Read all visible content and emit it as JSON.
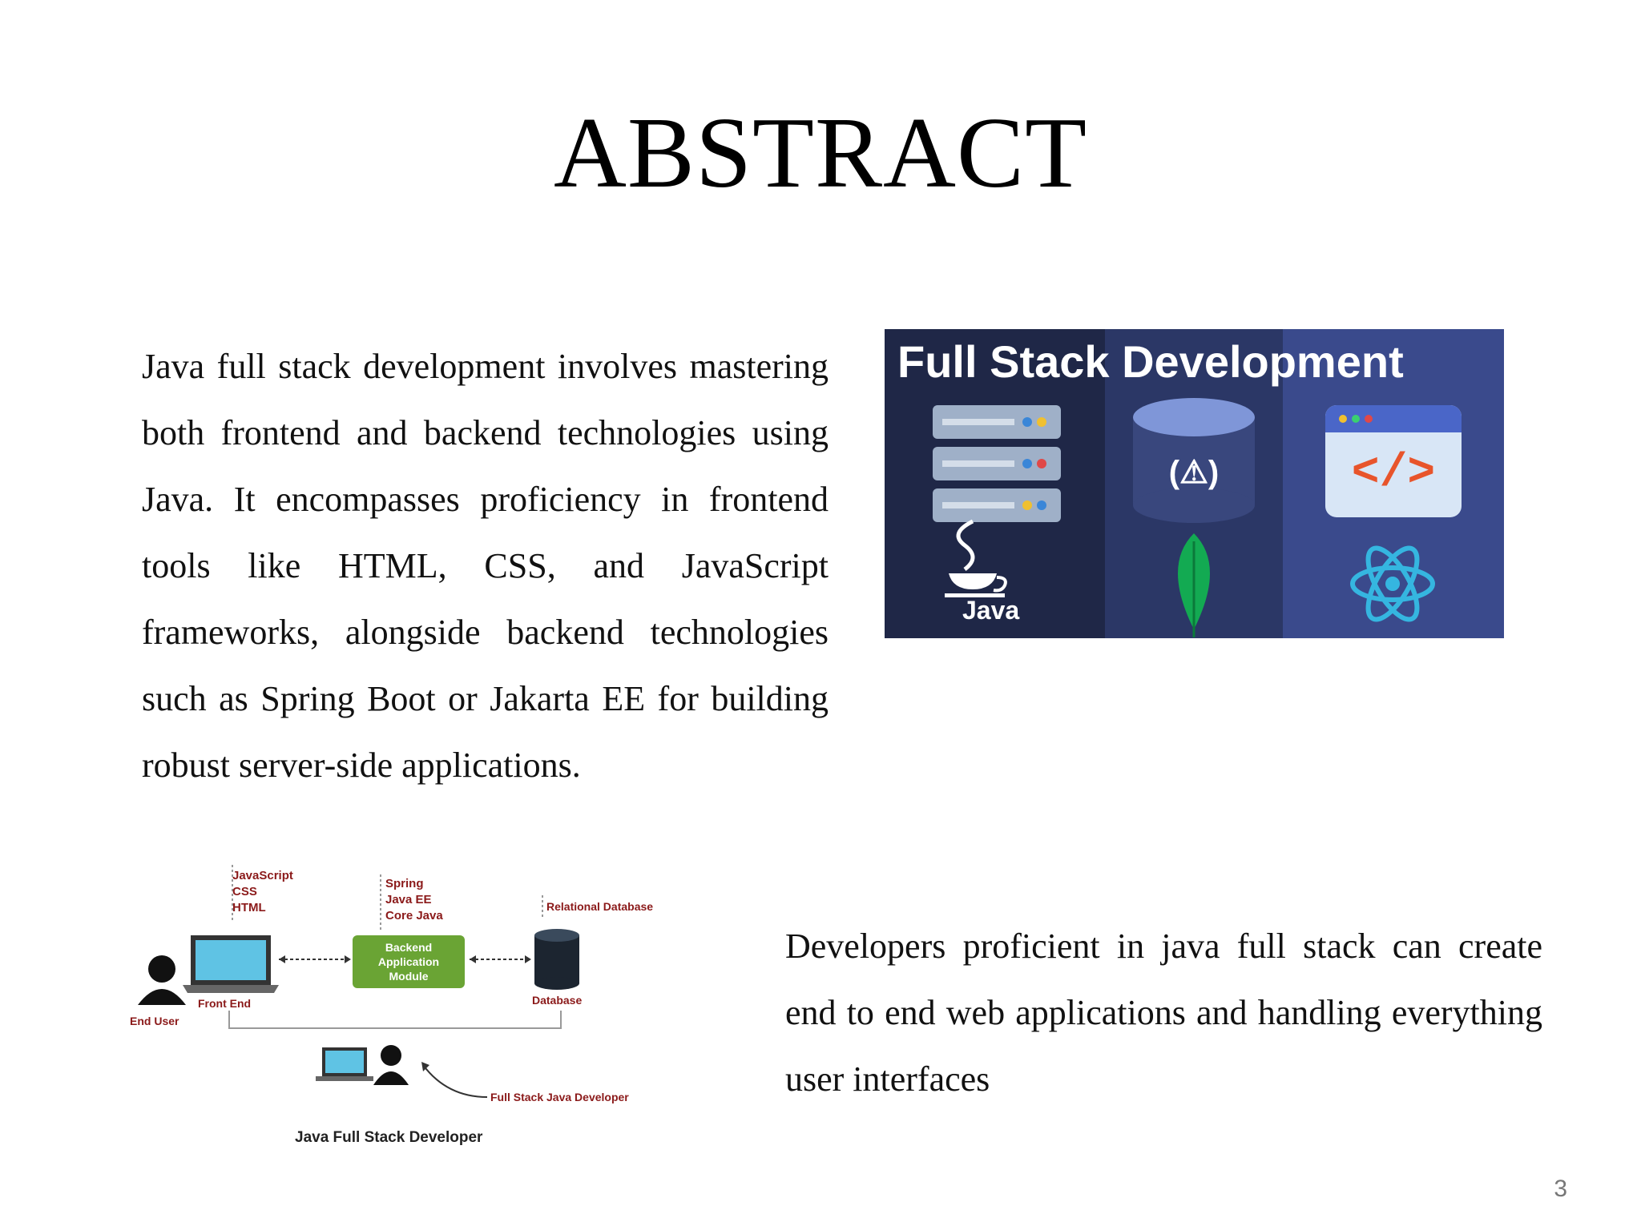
{
  "slide": {
    "title": "ABSTRACT",
    "paragraph1": "Java full stack development involves mastering both frontend and backend technologies using Java. It encompasses proficiency in frontend tools like HTML, CSS, and JavaScript frameworks, alongside backend technologies such as Spring Boot or Jakarta EE for building robust server-side applications.",
    "paragraph2": "Developers proficient in java full stack can create end to end web applications and handling everything user interfaces",
    "page_number": "3"
  },
  "banner": {
    "heading": "Full Stack Development",
    "java_label": "Java",
    "icons": [
      "server-stack-icon",
      "database-icon",
      "code-window-icon",
      "java-cup-icon",
      "mongodb-leaf-icon",
      "react-atom-icon"
    ],
    "colors": {
      "left_panel": "#1f2747",
      "mid_panel": "#2b3766",
      "right_panel": "#3a4a8c",
      "code_accent": "#e8542b",
      "leaf": "#13aa52",
      "atom": "#35b6e0"
    }
  },
  "diagram": {
    "title": "Java Full Stack Developer",
    "frontend_techs": [
      "JavaScript",
      "CSS",
      "HTML"
    ],
    "backend_techs": [
      "Spring",
      "Java EE",
      "Core Java"
    ],
    "database_type": "Relational Database",
    "backend_box": [
      "Backend",
      "Application",
      "Module"
    ],
    "labels": {
      "end_user": "End User",
      "front_end": "Front End",
      "database": "Database",
      "developer": "Full Stack Java Developer"
    },
    "colors": {
      "backend_box": "#6aa434",
      "label_red": "#8b1a1a",
      "screen": "#5fc3e4"
    }
  }
}
